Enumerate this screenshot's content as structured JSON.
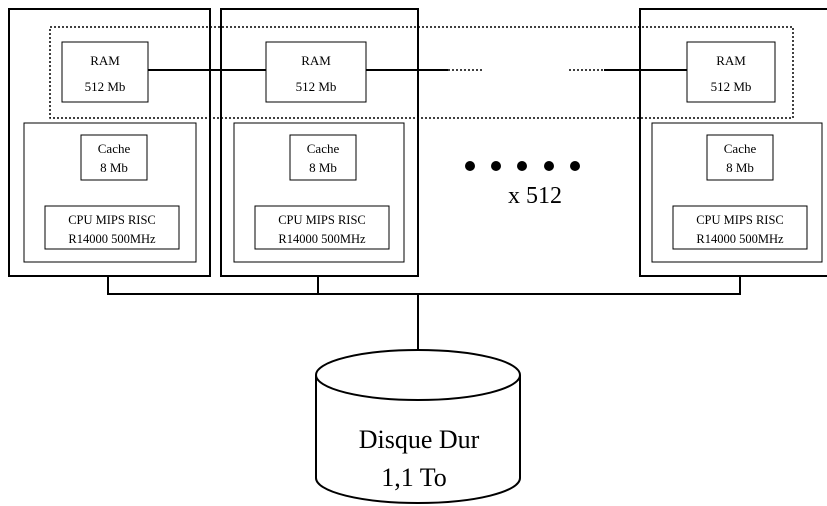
{
  "nodes": [
    {
      "ram": {
        "label": "RAM",
        "size": "512 Mb"
      },
      "cache": {
        "label": "Cache",
        "size": "8 Mb"
      },
      "cpu": {
        "line1": "CPU MIPS RISC",
        "line2": "R14000 500MHz"
      }
    },
    {
      "ram": {
        "label": "RAM",
        "size": "512 Mb"
      },
      "cache": {
        "label": "Cache",
        "size": "8 Mb"
      },
      "cpu": {
        "line1": "CPU MIPS RISC",
        "line2": "R14000 500MHz"
      }
    },
    {
      "ram": {
        "label": "RAM",
        "size": "512 Mb"
      },
      "cache": {
        "label": "Cache",
        "size": "8 Mb"
      },
      "cpu": {
        "line1": "CPU MIPS RISC",
        "line2": "R14000 500MHz"
      }
    }
  ],
  "multiplier": "x 512",
  "disk": {
    "line1": "Disque Dur",
    "line2": "1,1 To"
  }
}
